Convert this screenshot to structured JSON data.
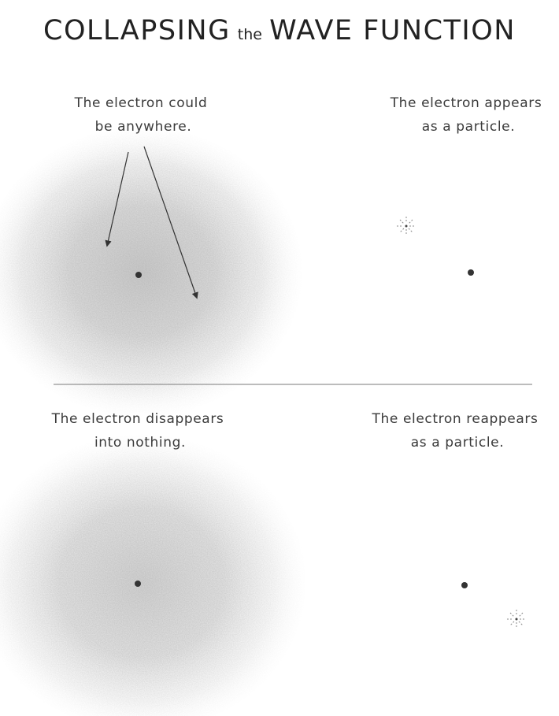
{
  "title": {
    "part1": "COLLAPSING",
    "part2": "the",
    "part3": "WAVE FUNCTION"
  },
  "panels": [
    {
      "id": "top-left",
      "caption_lines": [
        "The electron could",
        "be anywhere."
      ],
      "shows": "probability-cloud"
    },
    {
      "id": "top-right",
      "caption_lines": [
        "The electron appears",
        "as a particle."
      ],
      "shows": "particle-with-flash"
    },
    {
      "id": "bottom-left",
      "caption_lines": [
        "The electron disappears",
        "into nothing."
      ],
      "shows": "probability-cloud"
    },
    {
      "id": "bottom-right",
      "caption_lines": [
        "The electron reappears",
        "as a particle."
      ],
      "shows": "particle-with-flash"
    }
  ],
  "colors": {
    "text": "#2b2b2b",
    "cloud": "#8a8a8a",
    "dot": "#333333",
    "divider": "#7a7a7a"
  }
}
